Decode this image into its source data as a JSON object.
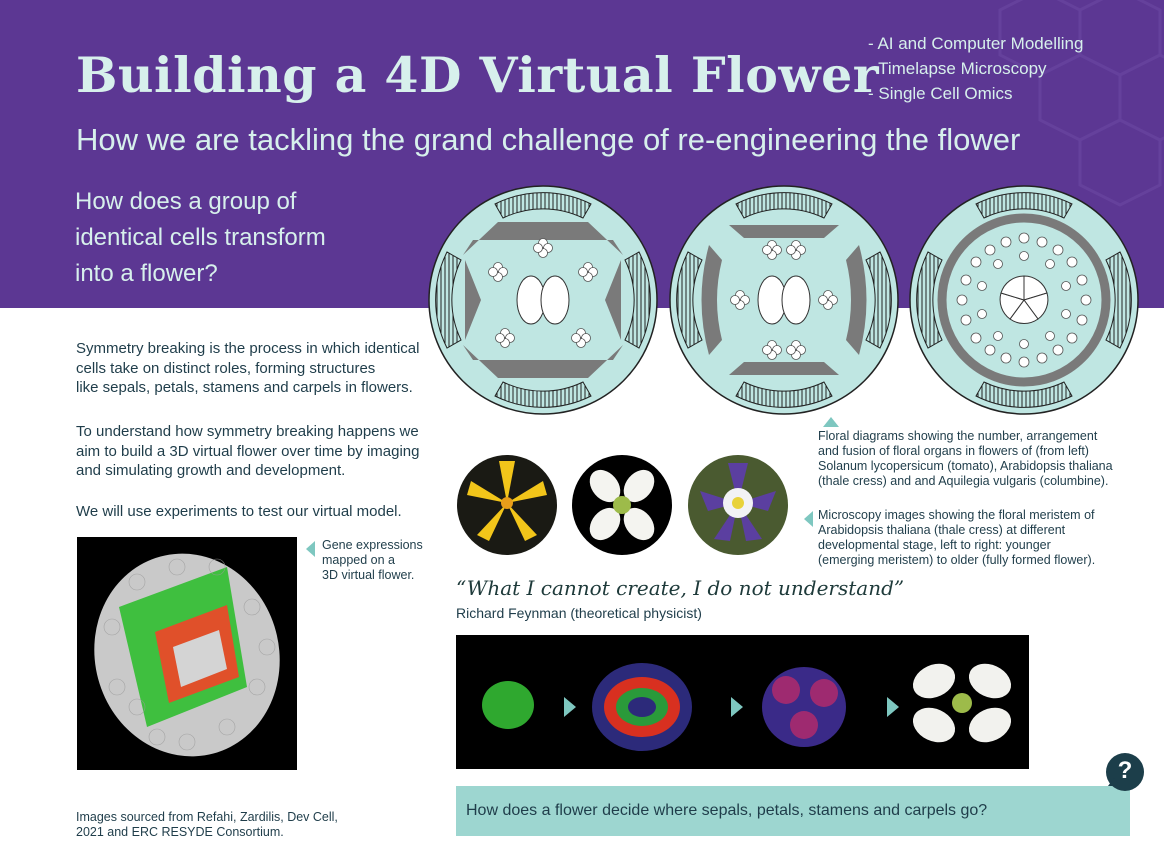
{
  "header": {
    "title": "Building a 4D Virtual Flower",
    "subtitle": "How we are tackling the grand challenge of re-engineering the flower",
    "topics": [
      "- AI and Computer Modelling",
      "- Timelapse Microscopy",
      "- Single Cell Omics"
    ],
    "question_lines": [
      "How does a group of",
      "identical cells transform",
      "into a flower?"
    ]
  },
  "body": {
    "p1_lines": [
      "Symmetry breaking is the process in which identical",
      "cells take on distinct roles, forming structures",
      "like sepals, petals, stamens and carpels in flowers."
    ],
    "p2_lines": [
      "To understand how symmetry breaking happens we",
      "aim to build a 3D virtual flower over time by imaging",
      "and simulating growth and development."
    ],
    "p3": "We will use experiments to test our virtual model."
  },
  "captions": {
    "gene_lines": [
      "Gene expressions",
      "mapped on a",
      "3D virtual flower."
    ],
    "diagram_lines": [
      "Floral diagrams showing the number, arrangement",
      "and fusion of floral organs in flowers of (from left)",
      "Solanum lycopersicum (tomato), Arabidopsis thaliana",
      "(thale cress) and and Aquilegia vulgaris (columbine)."
    ],
    "micro_lines": [
      "Microscopy images showing the floral meristem of",
      "Arabidopsis thaliana (thale cress) at different",
      "developmental stage, left to right: younger",
      "(emerging meristem) to older (fully formed flower)."
    ],
    "credits_lines": [
      "Images sourced from Refahi, Zardilis, Dev Cell,",
      "2021 and ERC RESYDE Consortium."
    ]
  },
  "quote": {
    "text": "“What I cannot create, I do not understand”",
    "author": "Richard Feynman (theoretical physicist)"
  },
  "bottom": {
    "question": "How does a flower decide where sepals, petals, stamens and carpels go?",
    "icon": "?"
  },
  "colors": {
    "header_bg": "#5c3793",
    "header_text": "#d7f0ec",
    "teal": "#9dd6d0",
    "diagram_fill": "#bfe6e2",
    "arrow": "#7ec7c0"
  }
}
